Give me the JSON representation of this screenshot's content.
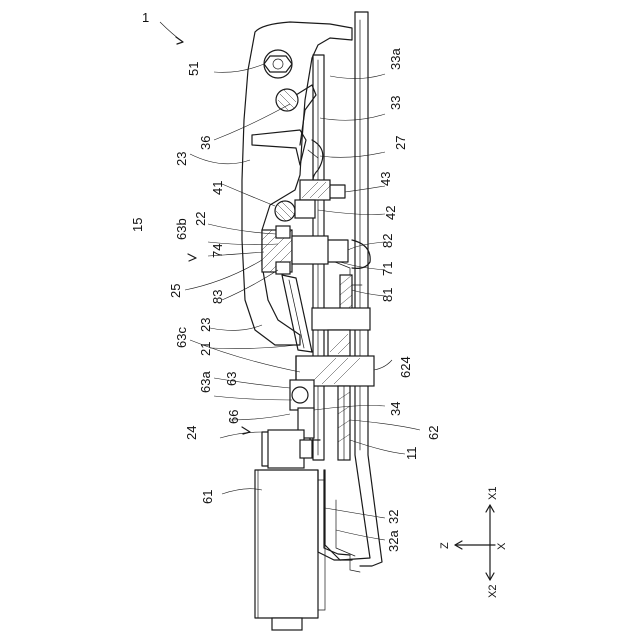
{
  "figure": {
    "assembly_ref": "1",
    "labels": {
      "l51": "51",
      "l33a": "33a",
      "l33": "33",
      "l36": "36",
      "l27": "27",
      "l23a": "23",
      "l43": "43",
      "l41": "41",
      "l42": "42",
      "l15": "15",
      "l63b": "63b",
      "l22": "22",
      "l82": "82",
      "l74": "74",
      "l71": "71",
      "l25": "25",
      "l83": "83",
      "l81": "81",
      "l63c": "63c",
      "l23b": "23",
      "l21": "21",
      "l624": "624",
      "l63a": "63a",
      "l63": "63",
      "l34": "34",
      "l66": "66",
      "l62": "62",
      "l24": "24",
      "l11": "11",
      "l61": "61",
      "l32": "32",
      "l32a": "32a"
    },
    "axes": {
      "x1": "X1",
      "x": "X",
      "z": "Z",
      "x2": "X2"
    }
  }
}
